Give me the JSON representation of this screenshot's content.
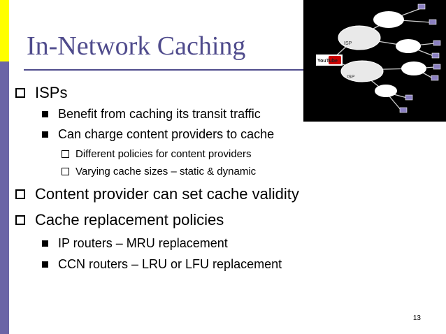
{
  "slide": {
    "title": "In-Network Caching",
    "page_number": "13",
    "colors": {
      "title": "#4f4b8c",
      "sidebar_top": "#ffff00",
      "sidebar_bottom": "#6b65a6"
    }
  },
  "image": {
    "isp_label_1": "ISP",
    "isp_label_2": "ISP",
    "logo_text": "YouTube"
  },
  "bullets": {
    "isps": "ISPs",
    "benefit": "Benefit from caching its transit traffic",
    "charge": "Can charge content providers to cache",
    "policies": "Different policies for content providers",
    "sizes": "Varying cache sizes – static & dynamic",
    "validity": "Content provider can set cache validity",
    "replacement": "Cache replacement policies",
    "ip_routers": "IP routers – MRU replacement",
    "ccn_routers": "CCN routers – LRU or LFU replacement"
  }
}
